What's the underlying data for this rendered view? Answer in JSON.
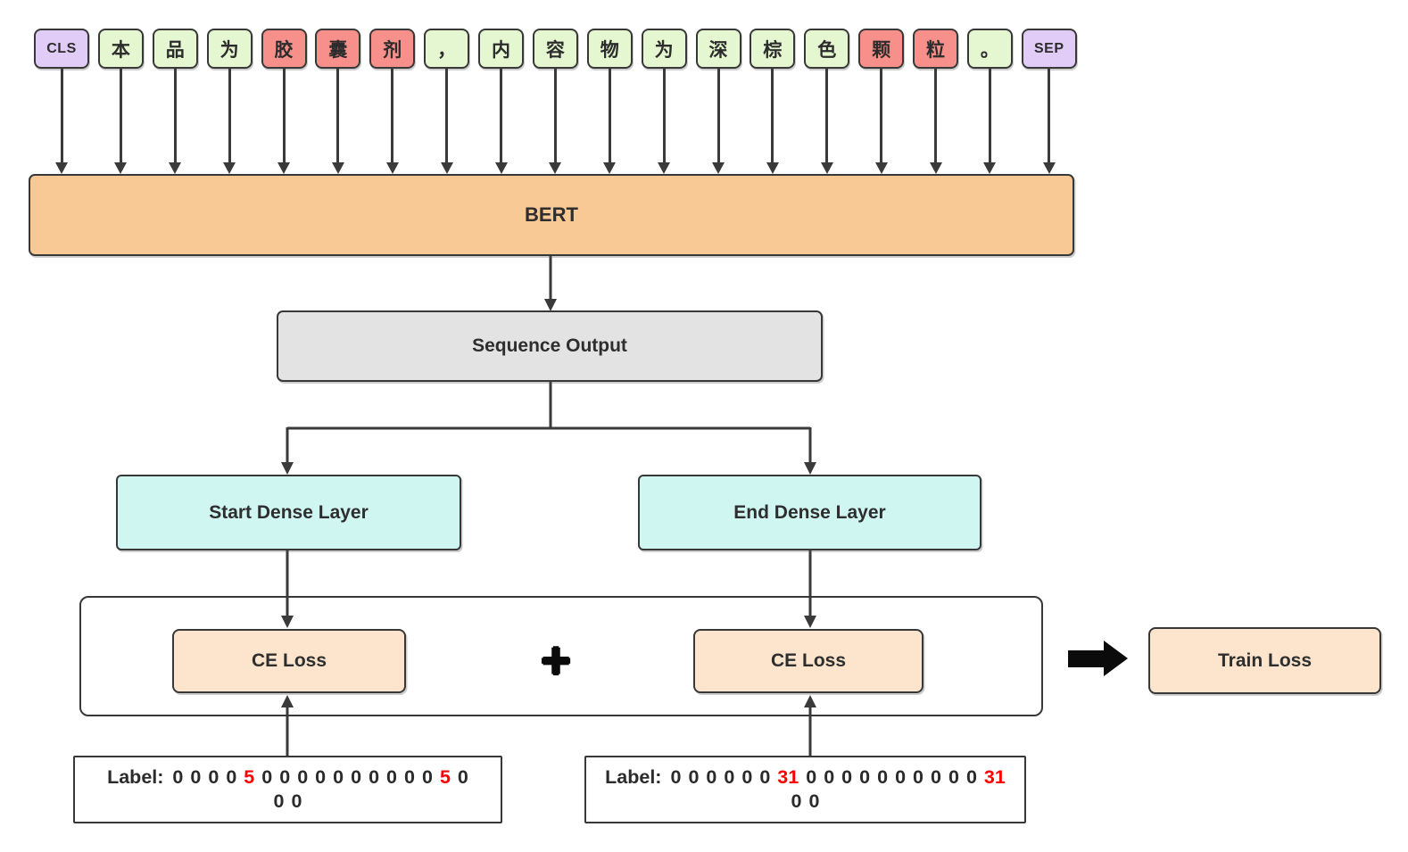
{
  "diagram": {
    "tokens": [
      {
        "text": "CLS",
        "type": "special"
      },
      {
        "text": "本",
        "type": "normal"
      },
      {
        "text": "品",
        "type": "normal"
      },
      {
        "text": "为",
        "type": "normal"
      },
      {
        "text": "胶",
        "type": "entity"
      },
      {
        "text": "囊",
        "type": "entity"
      },
      {
        "text": "剂",
        "type": "entity"
      },
      {
        "text": "，",
        "type": "normal"
      },
      {
        "text": "内",
        "type": "normal"
      },
      {
        "text": "容",
        "type": "normal"
      },
      {
        "text": "物",
        "type": "normal"
      },
      {
        "text": "为",
        "type": "normal"
      },
      {
        "text": "深",
        "type": "normal"
      },
      {
        "text": "棕",
        "type": "normal"
      },
      {
        "text": "色",
        "type": "normal"
      },
      {
        "text": "颗",
        "type": "entity"
      },
      {
        "text": "粒",
        "type": "entity"
      },
      {
        "text": "。",
        "type": "normal"
      },
      {
        "text": "SEP",
        "type": "special"
      }
    ],
    "nodes": {
      "bert": "BERT",
      "sequence_output": "Sequence Output",
      "start_dense": "Start Dense Layer",
      "end_dense": "End Dense Layer",
      "ce_loss_start": "CE Loss",
      "ce_loss_end": "CE Loss",
      "plus_operator": "+",
      "train_loss": "Train Loss"
    },
    "start_label": {
      "prefix": "Label:",
      "line1": "0 0 0 0 [5] 0 0 0 0 0 0 0 0 0 0 [5] 0",
      "line2": "0 0"
    },
    "end_label": {
      "prefix": "Label:",
      "line1": "0 0 0 0 0 0 [31] 0 0 0 0 0 0 0 0 0 0 [31]",
      "line2": "0 0"
    },
    "colors": {
      "special_token": "#E0CCF7",
      "normal_token": "#E4F7D0",
      "entity_token": "#F7908A",
      "bert_box": "#F9C995",
      "sequence_output_box": "#E3E3E3",
      "dense_box": "#D0F6F2",
      "loss_box": "#FCE5CC",
      "line": "#3A3A3A",
      "highlight_red": "#FF0000"
    }
  }
}
